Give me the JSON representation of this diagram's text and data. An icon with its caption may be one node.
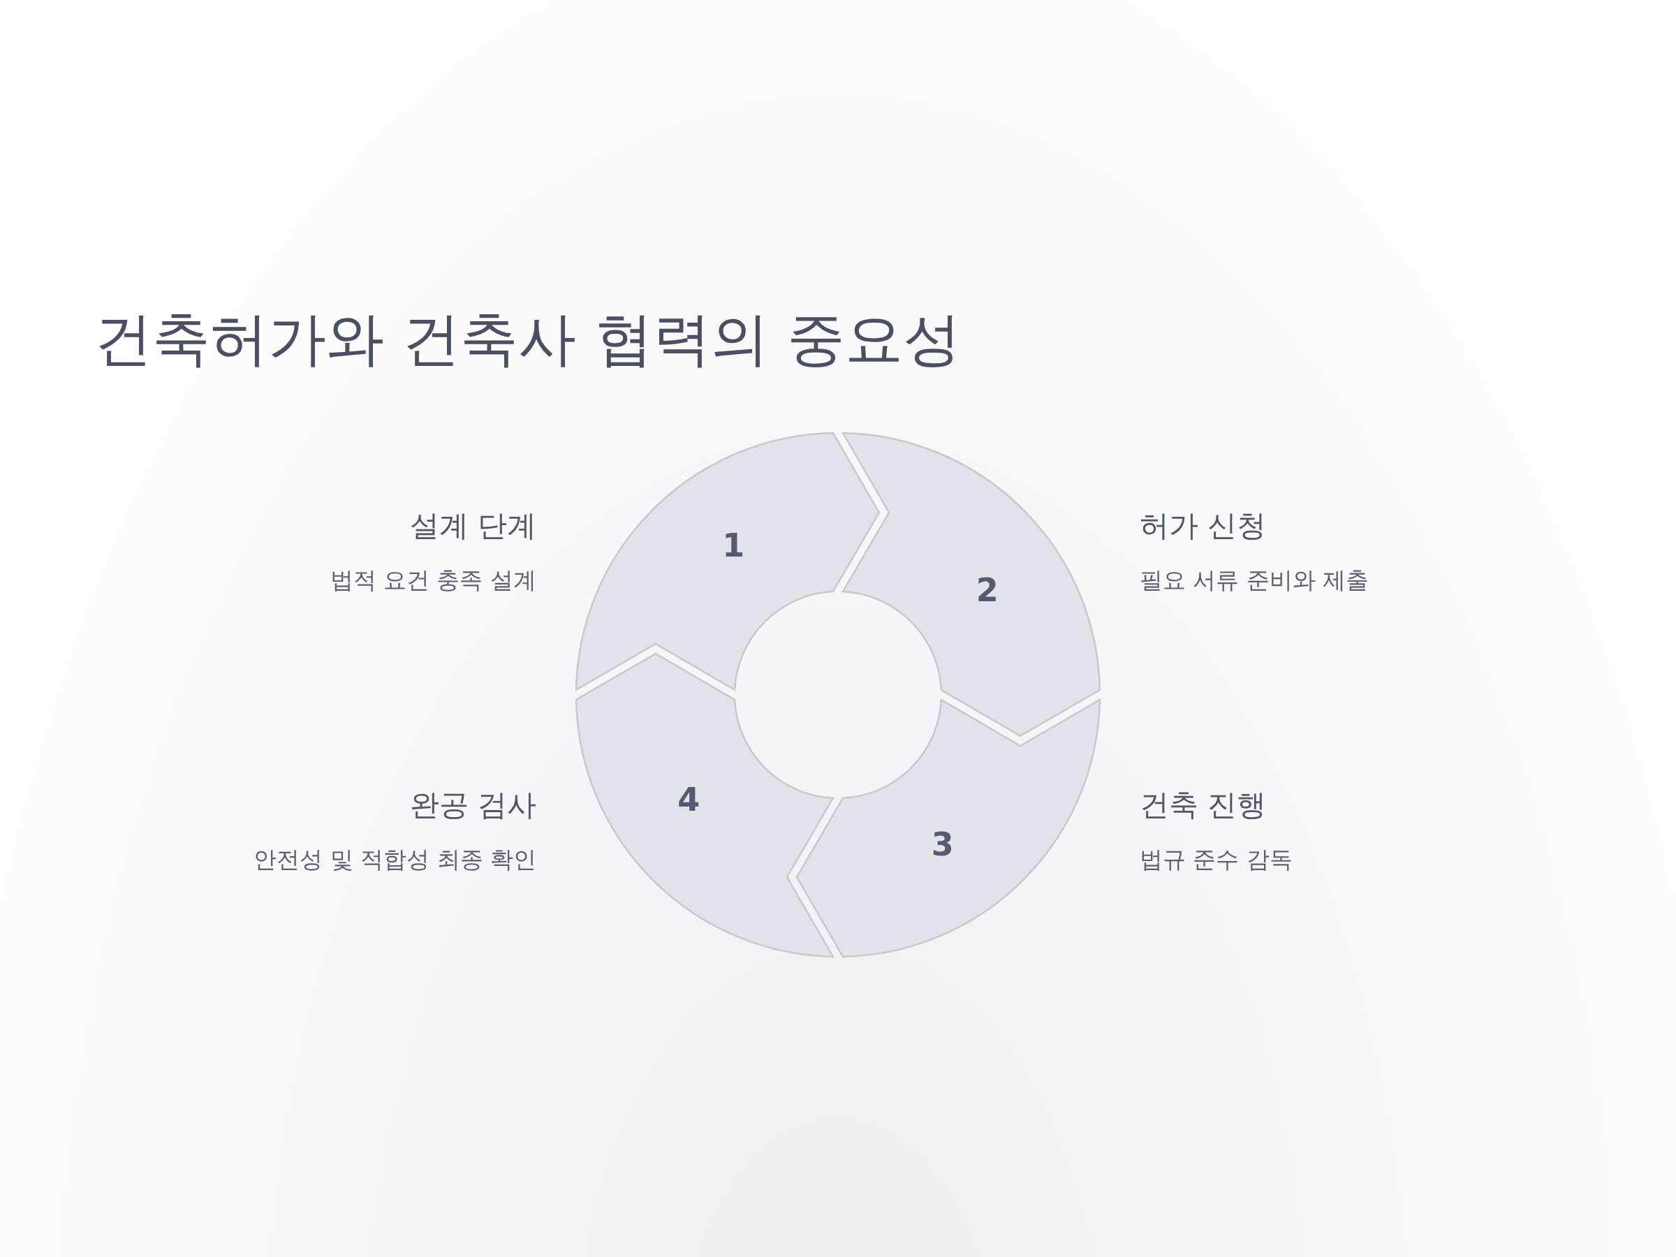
{
  "diagram": {
    "title": "건축허가와 건축사 협력의 중요성",
    "nodes": [
      {
        "text": [
          "1"
        ],
        "beside": [
          "설계 단계",
          "법적 요건 충족 설계"
        ]
      },
      {
        "text": [
          "2"
        ],
        "beside": [
          "허가 신청",
          "필요 서류 준비와 제출"
        ]
      },
      {
        "text": [
          "3"
        ],
        "beside": [
          "건축 진행",
          "법규 준수 감독"
        ]
      },
      {
        "text": [
          "4"
        ],
        "beside": [
          "완공 검사",
          "안전성 및 적합성 최종 확인"
        ]
      }
    ]
  }
}
